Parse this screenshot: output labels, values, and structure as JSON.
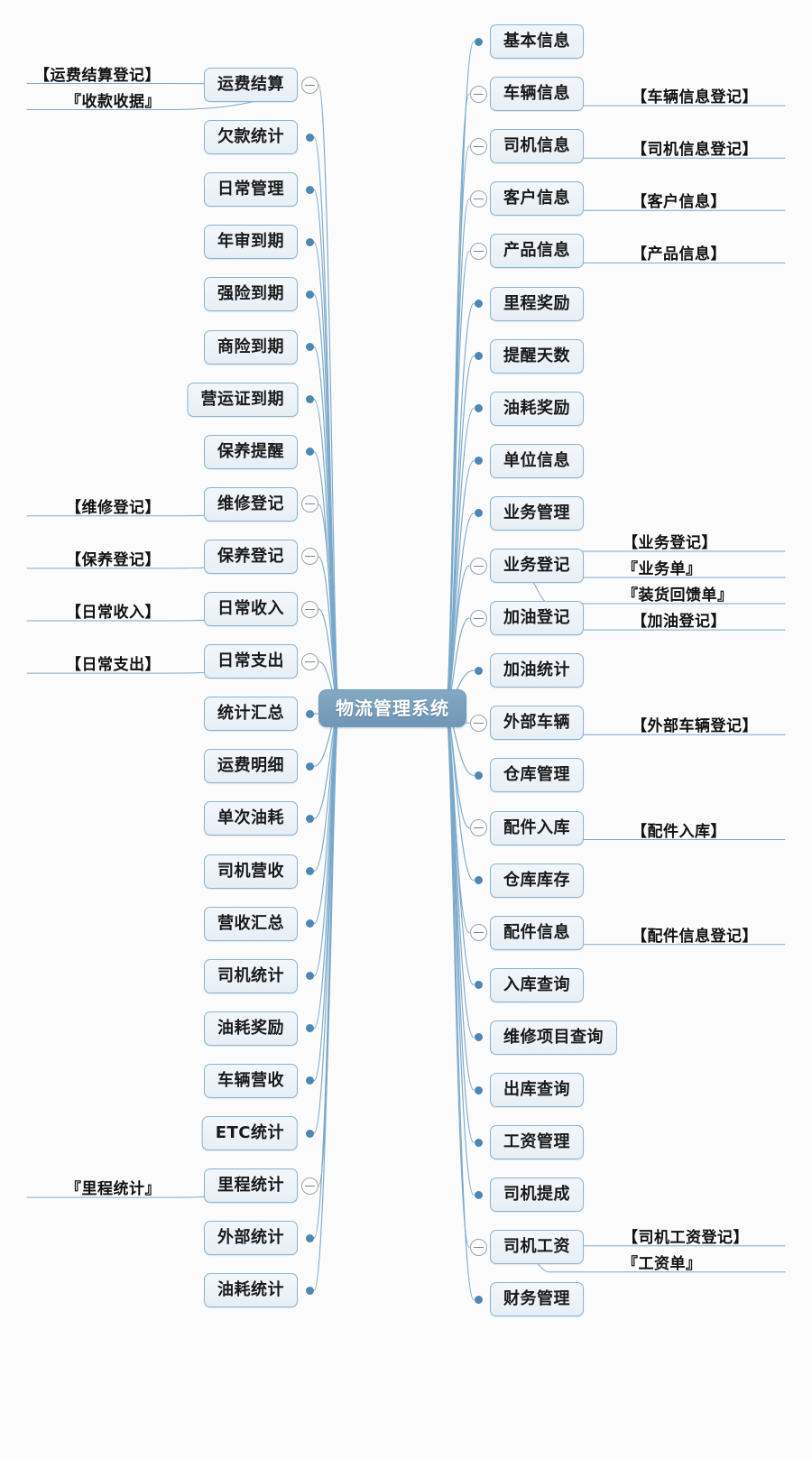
{
  "diagram": {
    "type": "mind-map",
    "root": {
      "label": "物流管理系统",
      "color": "#7aa0bd",
      "text_color": "#ffffff"
    },
    "style": {
      "node_fill": "#eef4f9",
      "node_border": "#8cb3d0",
      "wire_color": "#7ba8ca",
      "background": "#fcfcfc"
    },
    "left_branches": [
      {
        "label": "运费结算",
        "marker": "minus",
        "children": [
          "【运费结算登记】",
          "『收款收据』"
        ]
      },
      {
        "label": "欠款统计",
        "marker": "dot",
        "children": []
      },
      {
        "label": "日常管理",
        "marker": "dot",
        "children": []
      },
      {
        "label": "年审到期",
        "marker": "dot",
        "children": []
      },
      {
        "label": "强险到期",
        "marker": "dot",
        "children": []
      },
      {
        "label": "商险到期",
        "marker": "dot",
        "children": []
      },
      {
        "label": "营运证到期",
        "marker": "dot",
        "children": []
      },
      {
        "label": "保养提醒",
        "marker": "dot",
        "children": []
      },
      {
        "label": "维修登记",
        "marker": "minus",
        "children": [
          "【维修登记】"
        ]
      },
      {
        "label": "保养登记",
        "marker": "minus",
        "children": [
          "【保养登记】"
        ]
      },
      {
        "label": "日常收入",
        "marker": "minus",
        "children": [
          "【日常收入】"
        ]
      },
      {
        "label": "日常支出",
        "marker": "minus",
        "children": [
          "【日常支出】"
        ]
      },
      {
        "label": "统计汇总",
        "marker": "dot",
        "children": []
      },
      {
        "label": "运费明细",
        "marker": "dot",
        "children": []
      },
      {
        "label": "单次油耗",
        "marker": "dot",
        "children": []
      },
      {
        "label": "司机营收",
        "marker": "dot",
        "children": []
      },
      {
        "label": "营收汇总",
        "marker": "dot",
        "children": []
      },
      {
        "label": "司机统计",
        "marker": "dot",
        "children": []
      },
      {
        "label": "油耗奖励",
        "marker": "dot",
        "children": []
      },
      {
        "label": "车辆营收",
        "marker": "dot",
        "children": []
      },
      {
        "label": "ETC统计",
        "marker": "dot",
        "children": []
      },
      {
        "label": "里程统计",
        "marker": "minus",
        "children": [
          "『里程统计』"
        ]
      },
      {
        "label": "外部统计",
        "marker": "dot",
        "children": []
      },
      {
        "label": "油耗统计",
        "marker": "dot",
        "children": []
      }
    ],
    "right_branches": [
      {
        "label": "基本信息",
        "marker": "dot",
        "children": []
      },
      {
        "label": "车辆信息",
        "marker": "minus",
        "children": [
          "【车辆信息登记】"
        ]
      },
      {
        "label": "司机信息",
        "marker": "minus",
        "children": [
          "【司机信息登记】"
        ]
      },
      {
        "label": "客户信息",
        "marker": "minus",
        "children": [
          "【客户信息】"
        ]
      },
      {
        "label": "产品信息",
        "marker": "minus",
        "children": [
          "【产品信息】"
        ]
      },
      {
        "label": "里程奖励",
        "marker": "dot",
        "children": []
      },
      {
        "label": "提醒天数",
        "marker": "dot",
        "children": []
      },
      {
        "label": "油耗奖励",
        "marker": "dot",
        "children": []
      },
      {
        "label": "单位信息",
        "marker": "dot",
        "children": []
      },
      {
        "label": "业务管理",
        "marker": "dot",
        "children": []
      },
      {
        "label": "业务登记",
        "marker": "minus",
        "children": [
          "【业务登记】",
          "『业务单』",
          "『装货回馈单』"
        ]
      },
      {
        "label": "加油登记",
        "marker": "minus",
        "children": [
          "【加油登记】"
        ]
      },
      {
        "label": "加油统计",
        "marker": "dot",
        "children": []
      },
      {
        "label": "外部车辆",
        "marker": "minus",
        "children": [
          "【外部车辆登记】"
        ]
      },
      {
        "label": "仓库管理",
        "marker": "dot",
        "children": []
      },
      {
        "label": "配件入库",
        "marker": "minus",
        "children": [
          "【配件入库】"
        ]
      },
      {
        "label": "仓库库存",
        "marker": "dot",
        "children": []
      },
      {
        "label": "配件信息",
        "marker": "minus",
        "children": [
          "【配件信息登记】"
        ]
      },
      {
        "label": "入库查询",
        "marker": "dot",
        "children": []
      },
      {
        "label": "维修项目查询",
        "marker": "dot",
        "children": []
      },
      {
        "label": "出库查询",
        "marker": "dot",
        "children": []
      },
      {
        "label": "工资管理",
        "marker": "dot",
        "children": []
      },
      {
        "label": "司机提成",
        "marker": "dot",
        "children": []
      },
      {
        "label": "司机工资",
        "marker": "minus",
        "children": [
          "【司机工资登记】",
          "『工资单』"
        ]
      },
      {
        "label": "财务管理",
        "marker": "dot",
        "children": []
      }
    ]
  }
}
